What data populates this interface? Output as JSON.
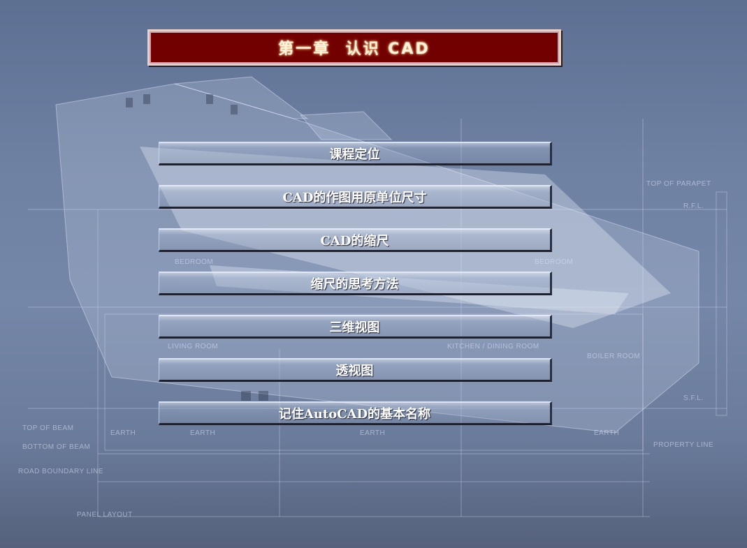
{
  "title": "第一章  认识 CAD",
  "menu": [
    {
      "label": "课程定位"
    },
    {
      "label": "CAD的作图用原单位尺寸"
    },
    {
      "label": "CAD的缩尺"
    },
    {
      "label": "缩尺的思考方法"
    },
    {
      "label": "三维视图"
    },
    {
      "label": "透视图"
    },
    {
      "label": "记住AutoCAD的基本名称"
    }
  ],
  "background_labels": [
    "TOP OF PARAPET",
    "TOP OF BEAM",
    "BOTTOM OF BEAM",
    "ROAD BOUNDARY LINE",
    "EARTH",
    "EARTH",
    "EARTH",
    "EARTH",
    "PROPERTY LINE",
    "PANEL LAYOUT",
    "BEDROOM",
    "BEDROOM",
    "KITCHEN / DINING ROOM",
    "BOILER ROOM",
    "LIVING ROOM",
    "S.F.L.",
    "R.F.L."
  ]
}
